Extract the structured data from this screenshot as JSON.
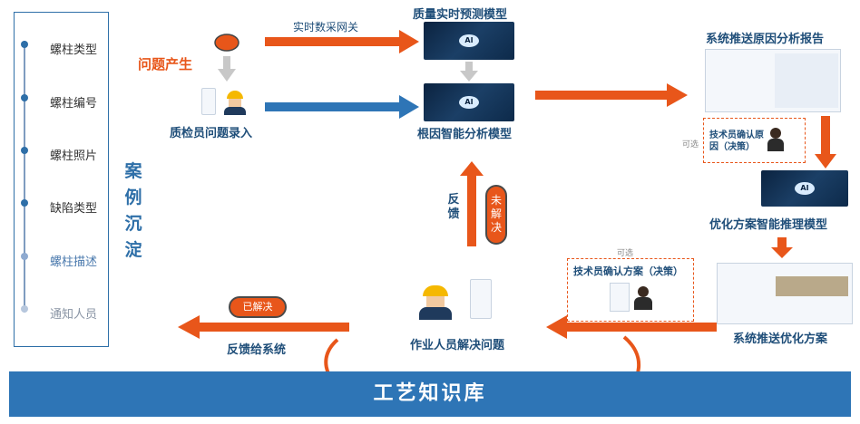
{
  "left_panel": {
    "items": [
      {
        "label": "螺柱类型"
      },
      {
        "label": "螺柱编号"
      },
      {
        "label": "螺柱照片"
      },
      {
        "label": "缺陷类型"
      },
      {
        "label": "螺柱描述"
      },
      {
        "label": "通知人员"
      }
    ],
    "case_text": [
      "案",
      "例",
      "沉",
      "淀"
    ]
  },
  "problem": {
    "label": "问题产生"
  },
  "inspector": {
    "label": "质检员问题录入"
  },
  "realtime": {
    "label": "实时数采网关"
  },
  "quality_model": {
    "label": "质量实时预测模型"
  },
  "root_model": {
    "label": "根因智能分析模型"
  },
  "ai_badge": "AI",
  "report": {
    "label": "系统推送原因分析报告"
  },
  "optional1": {
    "label": "可选"
  },
  "tech_confirm_cause": {
    "label_line1": "技术员确认原",
    "label_line2": "因（决策）"
  },
  "optimize_model": {
    "label": "优化方案智能推理模型"
  },
  "push_plan": {
    "label": "系统推送优化方案"
  },
  "optional2": {
    "label": "可选"
  },
  "tech_confirm_plan": {
    "label": "技术员确认方案（决策）"
  },
  "worker": {
    "label": "作业人员解决问题"
  },
  "feedback": {
    "chars": [
      "反",
      "馈"
    ]
  },
  "unsolved": {
    "label": "未解决"
  },
  "solved": {
    "label": "已解决"
  },
  "feedback_system": {
    "label": "反馈给系统"
  },
  "knowledge": {
    "label": "工艺知识库"
  },
  "colors": {
    "orange": "#e8561a",
    "blue": "#2e75b6",
    "navy": "#1f4e79",
    "gray_arrow": "#c8c8c8"
  }
}
